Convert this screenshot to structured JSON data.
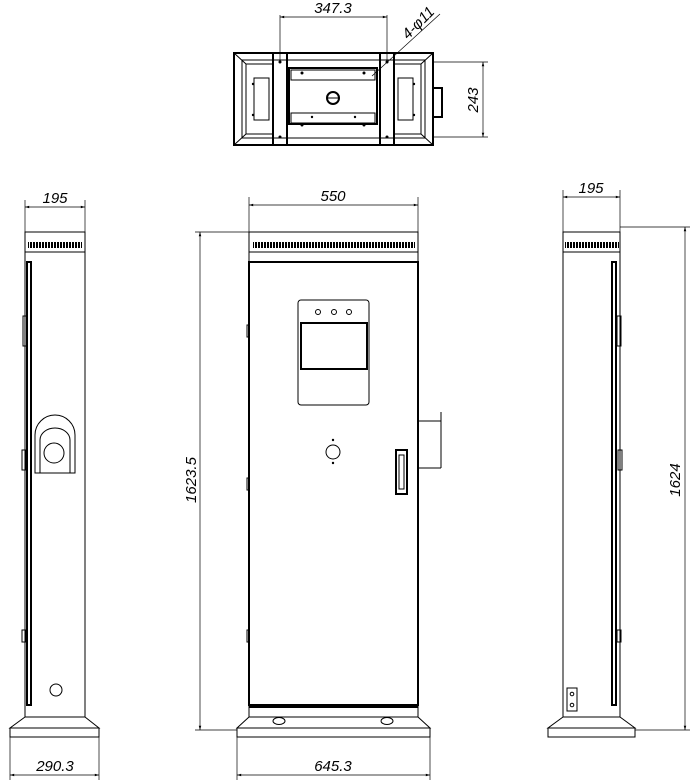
{
  "drawing": {
    "top_view": {
      "width_dim": "347.3",
      "depth_dim": "243",
      "hole_note": "4-φ11"
    },
    "left_view": {
      "width_dim": "195",
      "base_dim": "290.3"
    },
    "front_view": {
      "width_dim": "550",
      "base_dim": "645.3",
      "height_dim": "1623.5"
    },
    "right_view": {
      "width_dim": "195",
      "height_dim": "1624"
    }
  },
  "colors": {
    "line": "#000000",
    "background": "#ffffff"
  }
}
